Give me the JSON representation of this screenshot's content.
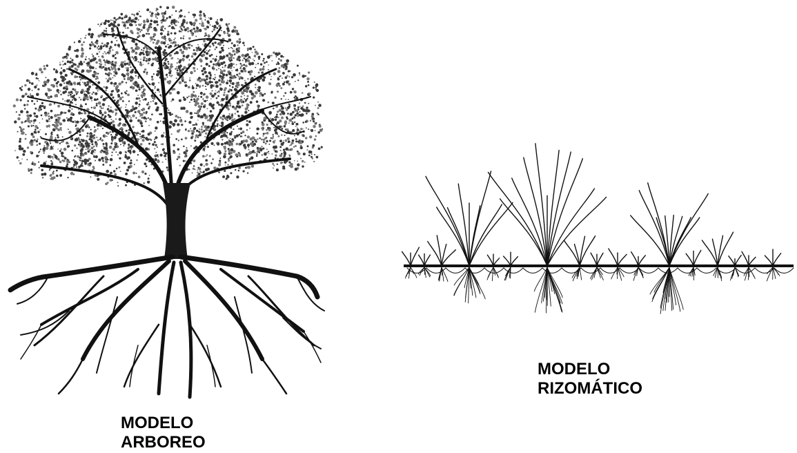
{
  "figure": {
    "left": {
      "caption_line1": "MODELO",
      "caption_line2": "ARBOREO",
      "icon": "tree-with-roots-illustration"
    },
    "right": {
      "caption_line1": "MODELO",
      "caption_line2": "RIZOMÁTICO",
      "icon": "rhizome-grass-illustration"
    },
    "colors": {
      "ink": "#000000",
      "foliage": "#3a3a3a",
      "background": "#ffffff"
    }
  }
}
